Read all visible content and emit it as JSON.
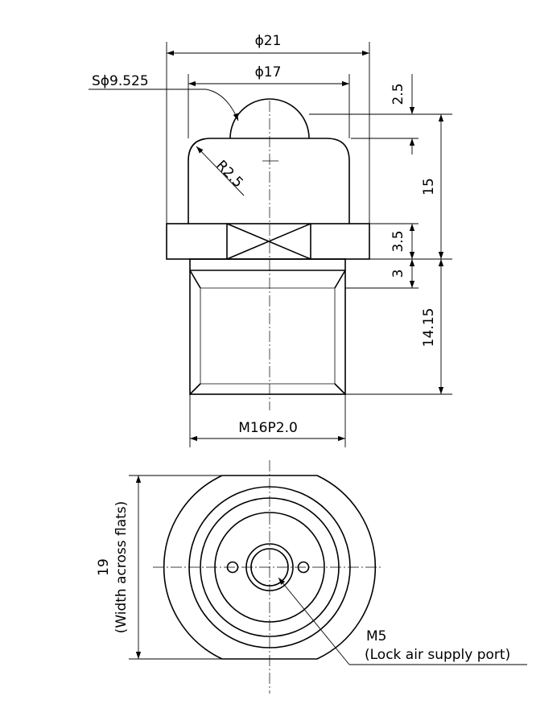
{
  "dimensions": {
    "outer_diameter": "ϕ21",
    "body_diameter": "ϕ17",
    "ball_diameter": "Sϕ9.525",
    "radius": "R2.5",
    "ball_protrusion": "2.5",
    "body_height": "15",
    "flange_thickness": "3.5",
    "neck_height": "3",
    "thread_length": "14.15",
    "thread_size": "M16P2.0"
  },
  "bottom_view": {
    "flat_width": "19",
    "flat_note": "(Width across flats)",
    "port_size": "M5",
    "port_note": "(Lock air supply port)"
  }
}
